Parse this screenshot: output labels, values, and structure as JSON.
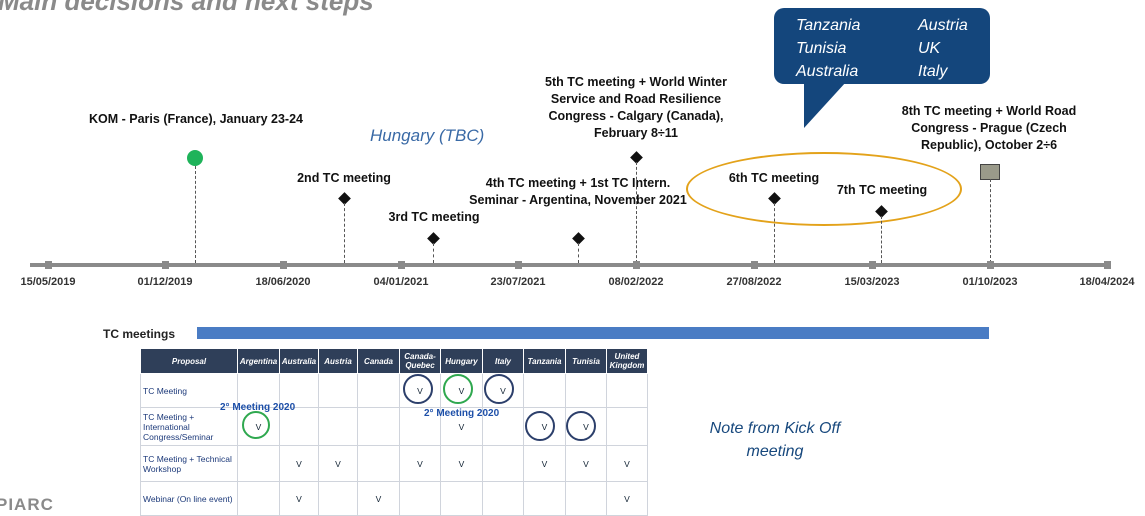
{
  "slide": {
    "title": "Main decisions and next steps",
    "logo": "PIARC"
  },
  "timeline": {
    "ticks": [
      "15/05/2019",
      "01/12/2019",
      "18/06/2020",
      "04/01/2021",
      "23/07/2021",
      "08/02/2022",
      "27/08/2022",
      "15/03/2023",
      "01/10/2023",
      "18/04/2024"
    ],
    "events": {
      "kom": "KOM - Paris (France), January 23-24",
      "second": "2nd TC meeting",
      "third": "3rd TC meeting",
      "fourth": "4th TC meeting + 1st TC Intern. Seminar - Argentina, November 2021",
      "fifth": "5th TC meeting + World Winter Service and Road Resilience Congress - Calgary (Canada), February 8÷11",
      "sixth": "6th TC meeting",
      "seventh": "7th TC meeting",
      "eighth": "8th TC meeting + World Road Congress - Prague (Czech Republic), October 2÷6"
    },
    "hungary_note": "Hungary (TBC)",
    "candidates": [
      "Tanzania",
      "Austria",
      "Tunisia",
      "UK",
      "Australia",
      "Italy"
    ],
    "tc_meetings_label": "TC meetings"
  },
  "table": {
    "headers": [
      "Proposal",
      "Argentina",
      "Australia",
      "Austria",
      "Canada",
      "Canada-Quebec",
      "Hungary",
      "Italy",
      "Tanzania",
      "Tunisia",
      "United Kingdom"
    ],
    "rows": [
      {
        "label": "TC Meeting",
        "cells": [
          "",
          "",
          "",
          "",
          "V",
          "V",
          "V",
          "",
          "",
          ""
        ]
      },
      {
        "label": "TC Meeting + International Congress/Seminar",
        "cells": [
          "V",
          "",
          "",
          "",
          "",
          "V",
          "",
          "V",
          "V",
          ""
        ]
      },
      {
        "label": "TC Meeting + Technical Workshop",
        "cells": [
          "",
          "V",
          "V",
          "",
          "V",
          "V",
          "",
          "V",
          "V",
          "V"
        ]
      },
      {
        "label": "Webinar (On line event)",
        "cells": [
          "",
          "V",
          "",
          "V",
          "",
          "",
          "",
          "",
          "",
          "V"
        ]
      }
    ],
    "meeting_2020_a": "2° Meeting 2020",
    "meeting_2020_b": "2° Meeting 2020"
  },
  "note": "Note from Kick Off meeting",
  "colors": {
    "bubble": "#14467c",
    "ellipse": "#e3a21a",
    "bar": "#4a7cc4",
    "check": "#e6a414",
    "kom": "#1fb35a"
  }
}
